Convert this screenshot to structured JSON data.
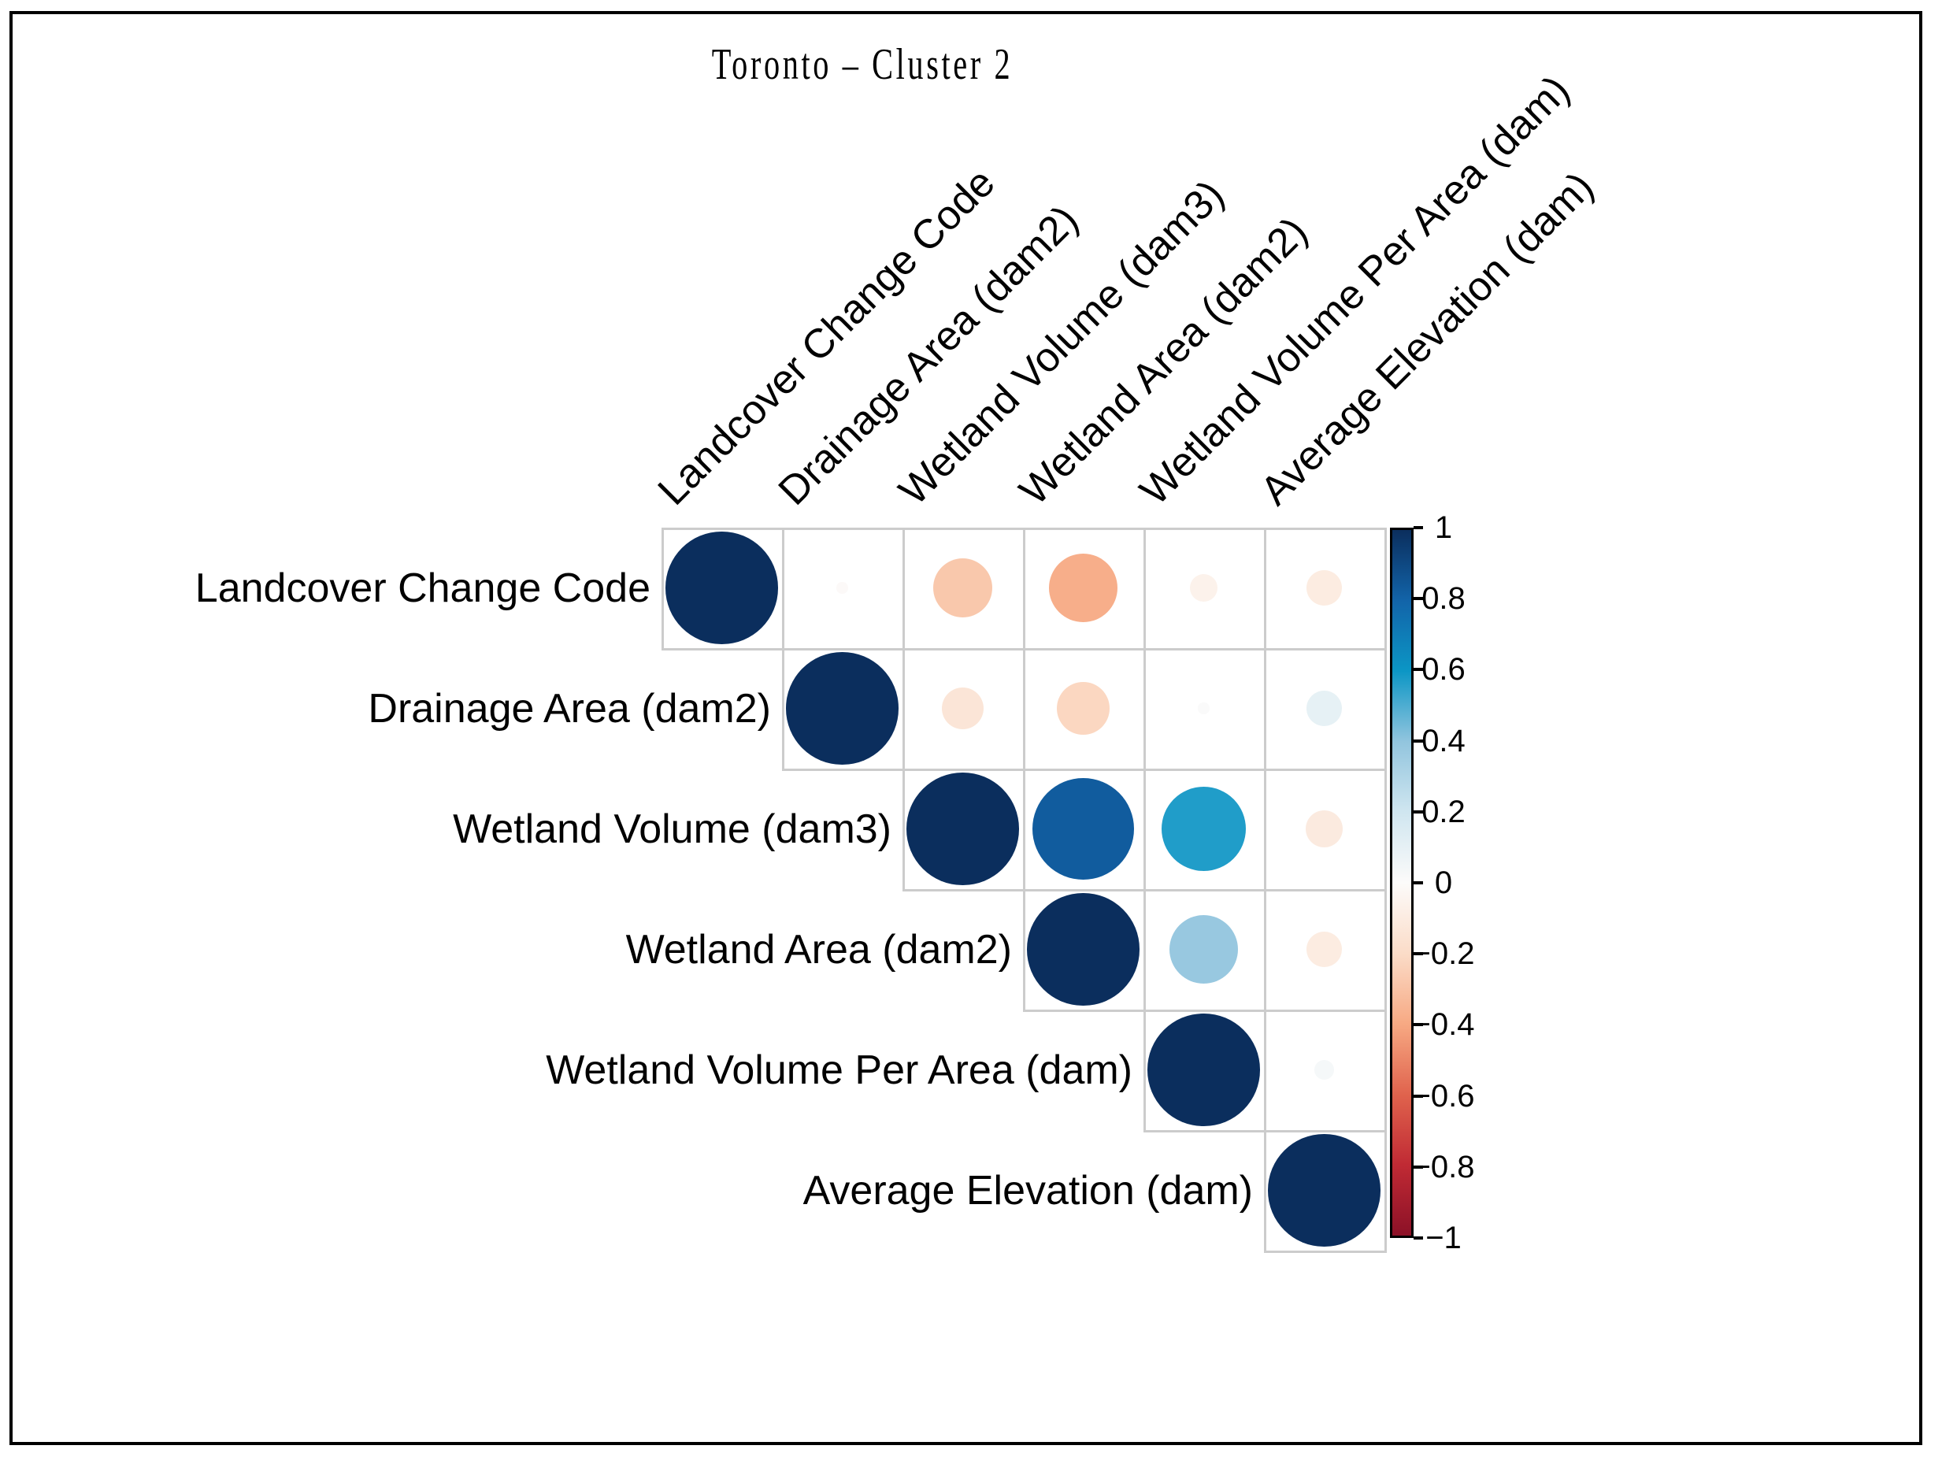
{
  "title": "Toronto – Cluster 2",
  "colors": {
    "background": "#FFFFFF",
    "frame": "#000000",
    "grid": "#CCCCCC",
    "text": "#000000",
    "colorbar_border": "#000000"
  },
  "chart_data": {
    "type": "correlation-matrix",
    "subtype": "circle",
    "layout": "upper-triangle",
    "title": "Toronto – Cluster 2",
    "labels": [
      "Landcover Change Code",
      "Drainage Area (dam2)",
      "Wetland Volume (dam3)",
      "Wetland Area (dam2)",
      "Wetland Volume Per Area (dam)",
      "Average Elevation (dam)"
    ],
    "matrix": [
      [
        1.0,
        -0.01,
        -0.28,
        -0.38,
        -0.06,
        -0.1
      ],
      [
        null,
        1.0,
        -0.14,
        -0.22,
        0.01,
        0.1
      ],
      [
        null,
        null,
        1.0,
        0.83,
        0.57,
        -0.11
      ],
      [
        null,
        null,
        null,
        1.0,
        0.38,
        -0.1
      ],
      [
        null,
        null,
        null,
        null,
        1.0,
        0.03
      ],
      [
        null,
        null,
        null,
        null,
        null,
        1.0
      ]
    ],
    "value_range": [
      -1,
      1
    ],
    "circle_scaling": "diameter proportional to sqrt(|r|), max 0.93 of cell",
    "legend_position": "right-colorbar",
    "colorbar": {
      "tick_labels": [
        "1",
        "0.8",
        "0.6",
        "0.4",
        "0.2",
        "0",
        "−0.2",
        "−0.4",
        "−0.6",
        "−0.8",
        "−1"
      ],
      "tick_values": [
        1,
        0.8,
        0.6,
        0.4,
        0.2,
        0,
        -0.2,
        -0.4,
        -0.6,
        -0.8,
        -1
      ]
    },
    "palette": [
      {
        "v": 1.0,
        "c": "#0B2E5D"
      },
      {
        "v": 0.8,
        "c": "#1264A9"
      },
      {
        "v": 0.6,
        "c": "#0C96C5"
      },
      {
        "v": 0.4,
        "c": "#92C5DE"
      },
      {
        "v": 0.2,
        "c": "#D0E6F0"
      },
      {
        "v": 0.0,
        "c": "#FCFBFA"
      },
      {
        "v": -0.2,
        "c": "#FBDCC8"
      },
      {
        "v": -0.4,
        "c": "#F7A983"
      },
      {
        "v": -0.6,
        "c": "#E0634D"
      },
      {
        "v": -0.8,
        "c": "#C02A34"
      },
      {
        "v": -1.0,
        "c": "#8C1127"
      }
    ]
  }
}
